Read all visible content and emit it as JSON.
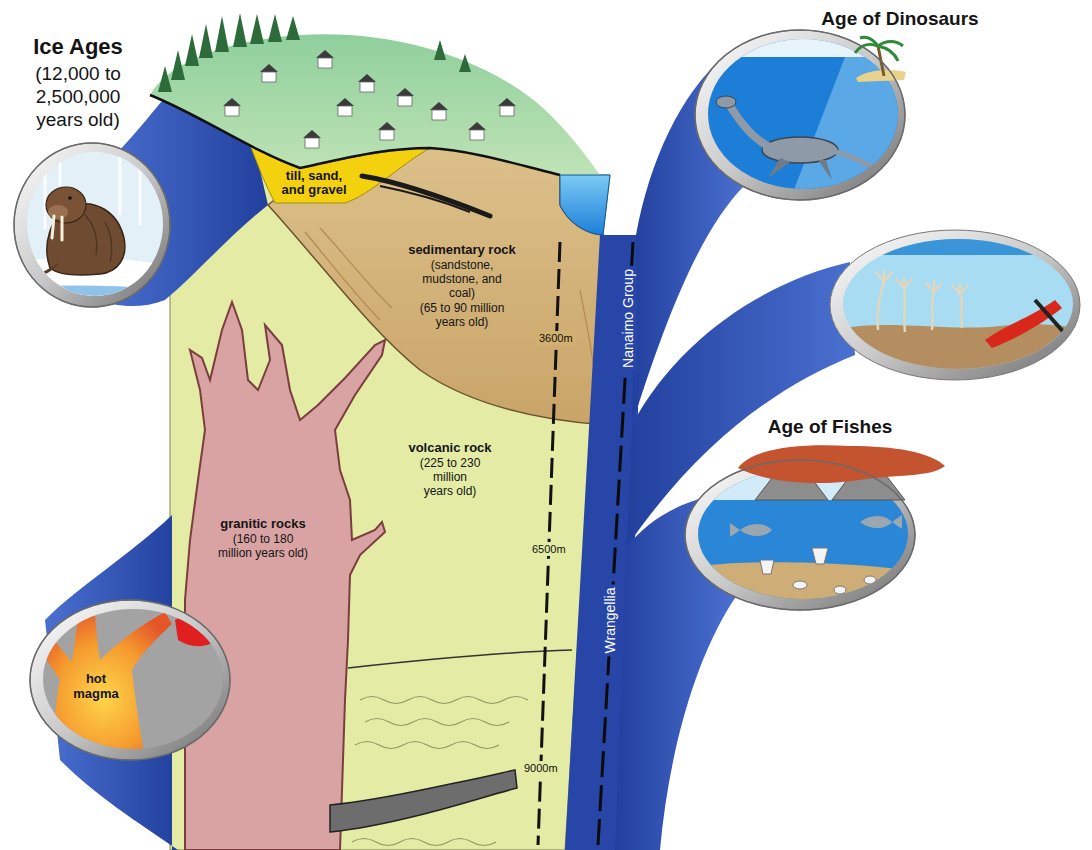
{
  "diagram": {
    "nodes": [
      {
        "text": [
          "Ice Ages",
          "(12,000 to 2,500,000 years old)"
        ]
      },
      {
        "text": [
          "Age of Dinosaurs"
        ]
      },
      {
        "text": [
          "till, sand, and gravel"
        ]
      },
      {
        "text": [
          "sedimentary rock",
          "(sandstone, mudstone, and coal)",
          "(65 to 90 million years old)"
        ]
      },
      {
        "text": [
          "Age of Fishes"
        ]
      },
      {
        "text": [
          "volcanic rock",
          "(225 to 230 million years old)"
        ]
      },
      {
        "text": [
          "granitic rocks",
          "(160 to 180 million years old)"
        ]
      },
      {
        "text": [
          "hot magma"
        ]
      }
    ],
    "labels": [
      "Nanaimo Group",
      "3600m",
      "6500m",
      "Wrangellia",
      "9000m"
    ]
  }
}
